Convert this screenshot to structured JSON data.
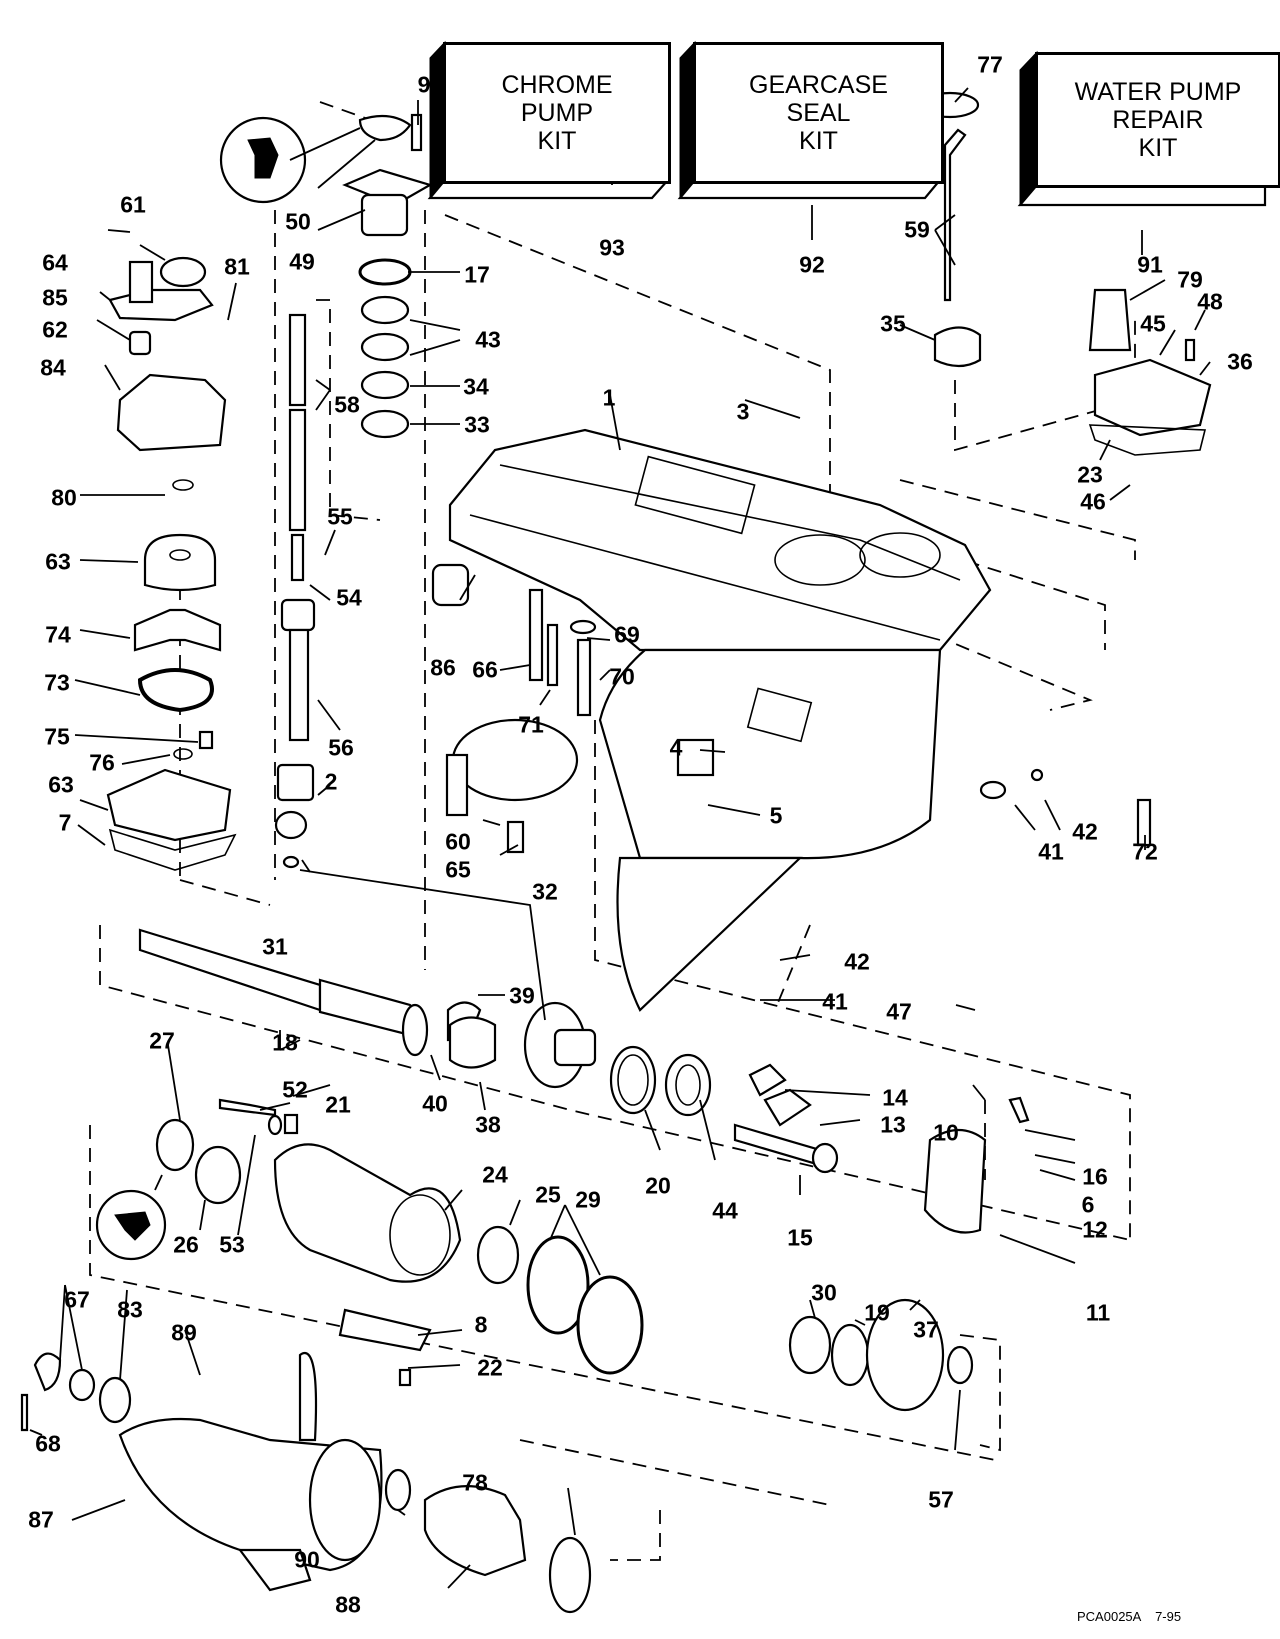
{
  "diagram": {
    "title": "Gearcase exploded parts diagram",
    "kits": [
      {
        "id": "93",
        "lines": [
          "CHROME",
          "PUMP",
          "KIT"
        ]
      },
      {
        "id": "92",
        "lines": [
          "GEARCASE",
          "SEAL",
          "KIT"
        ]
      },
      {
        "id": "91",
        "lines": [
          "WATER PUMP",
          "REPAIR",
          "KIT"
        ]
      }
    ],
    "callouts": {
      "c1": "1",
      "c2": "2",
      "c3": "3",
      "c4": "4",
      "c5": "5",
      "c6": "6",
      "c7": "7",
      "c8": "8",
      "c9": "9",
      "c10": "10",
      "c11": "11",
      "c12": "12",
      "c13": "13",
      "c14": "14",
      "c15": "15",
      "c16": "16",
      "c17": "17",
      "c18": "18",
      "c19": "19",
      "c20": "20",
      "c21": "21",
      "c22": "22",
      "c23": "23",
      "c24": "24",
      "c25": "25",
      "c26": "26",
      "c27": "27",
      "c29": "29",
      "c30": "30",
      "c31": "31",
      "c32": "32",
      "c33": "33",
      "c34": "34",
      "c35": "35",
      "c36": "36",
      "c37": "37",
      "c38": "38",
      "c39": "39",
      "c40": "40",
      "c41a": "41",
      "c41b": "41",
      "c42a": "42",
      "c42b": "42",
      "c43": "43",
      "c44": "44",
      "c45": "45",
      "c46": "46",
      "c47": "47",
      "c48": "48",
      "c49": "49",
      "c50": "50",
      "c52": "52",
      "c53": "53",
      "c54": "54",
      "c55": "55",
      "c56": "56",
      "c57": "57",
      "c58": "58",
      "c59": "59",
      "c60": "60",
      "c61": "61",
      "c62": "62",
      "c63a": "63",
      "c63b": "63",
      "c64": "64",
      "c65": "65",
      "c66": "66",
      "c67": "67",
      "c68": "68",
      "c69": "69",
      "c70": "70",
      "c71": "71",
      "c72": "72",
      "c73": "73",
      "c74": "74",
      "c75": "75",
      "c76": "76",
      "c77": "77",
      "c78": "78",
      "c79": "79",
      "c80": "80",
      "c81": "81",
      "c83": "83",
      "c84": "84",
      "c85": "85",
      "c86": "86",
      "c87": "87",
      "c88": "88",
      "c89": "89",
      "c90": "90",
      "c91": "91",
      "c92": "92",
      "c93": "93"
    },
    "footer": {
      "drawing_number": "PCA0025A",
      "date": "7-95"
    }
  }
}
